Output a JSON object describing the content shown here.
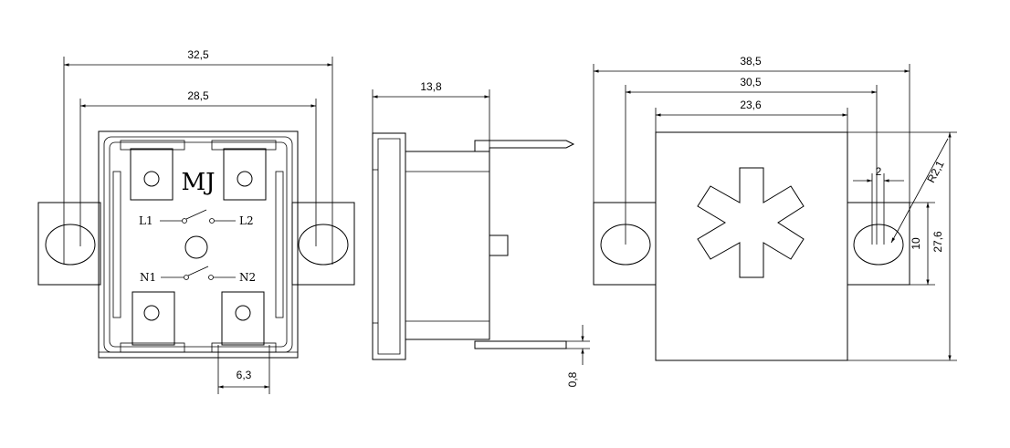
{
  "front_view": {
    "dimensions": {
      "overall_width": "32,5",
      "hole_spacing": "28,5",
      "terminal_width": "6,3"
    },
    "brand_mark": "MJ",
    "terminals": {
      "l1": "L1",
      "l2": "L2",
      "n1": "N1",
      "n2": "N2"
    }
  },
  "side_view": {
    "dimensions": {
      "depth": "13,8",
      "pin_thickness": "0,8"
    }
  },
  "rear_view": {
    "dimensions": {
      "overall_width": "38,5",
      "hole_spacing": "30,5",
      "body_width": "23,6",
      "slot_width": "2",
      "radius": "R2,1",
      "flange_height": "10",
      "body_height": "27,6"
    }
  }
}
